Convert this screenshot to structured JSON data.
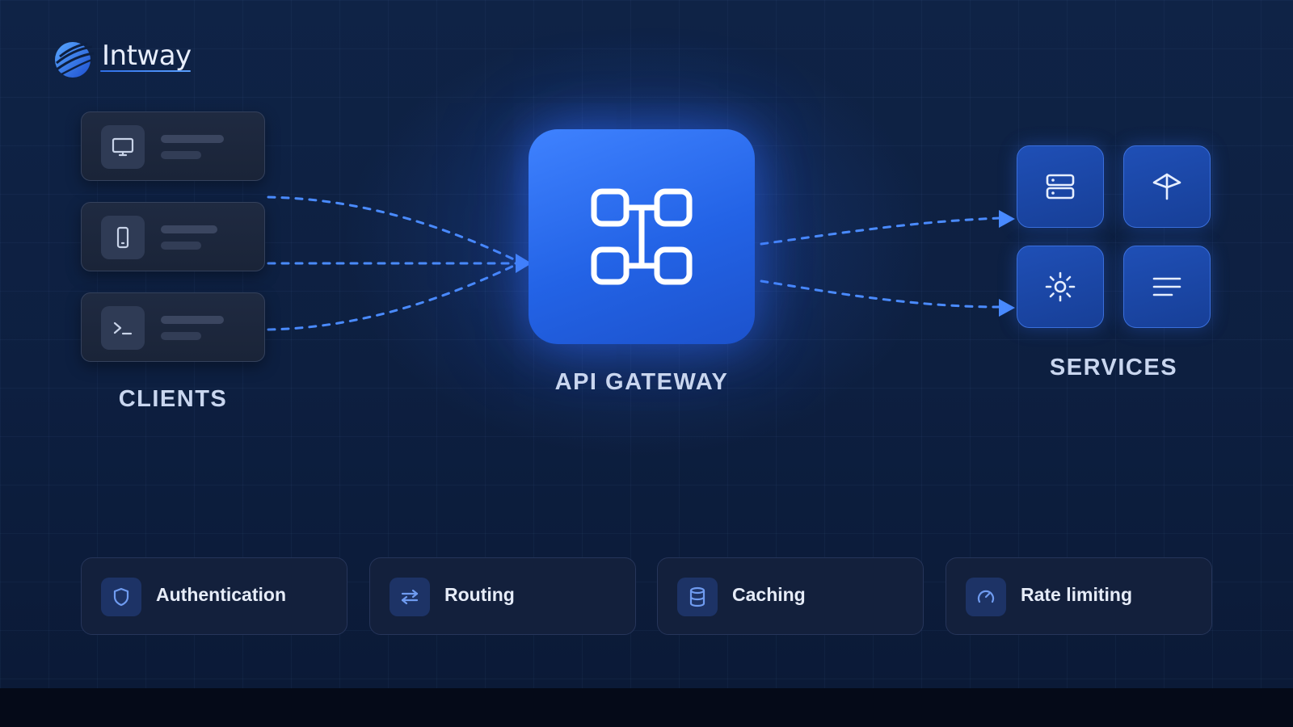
{
  "brand": {
    "name": "Intway",
    "colors": {
      "accent": "#2f6fe8",
      "accent_light": "#4a8bff",
      "background": "#0f2346"
    }
  },
  "clients": {
    "label": "CLIENTS",
    "items": [
      {
        "icon": "desktop-icon"
      },
      {
        "icon": "mobile-icon"
      },
      {
        "icon": "terminal-icon"
      }
    ]
  },
  "gateway": {
    "label": "API GATEWAY",
    "icon": "network-nodes-icon"
  },
  "services": {
    "label": "SERVICES",
    "items": [
      {
        "icon": "server-icon"
      },
      {
        "icon": "signpost-icon"
      },
      {
        "icon": "sun-icon"
      },
      {
        "icon": "lines-icon"
      }
    ]
  },
  "features": [
    {
      "label": "Authentication",
      "icon": "shield-icon"
    },
    {
      "label": "Routing",
      "icon": "arrows-exchange-icon"
    },
    {
      "label": "Caching",
      "icon": "database-icon"
    },
    {
      "label": "Rate limiting",
      "icon": "gauge-icon"
    }
  ]
}
